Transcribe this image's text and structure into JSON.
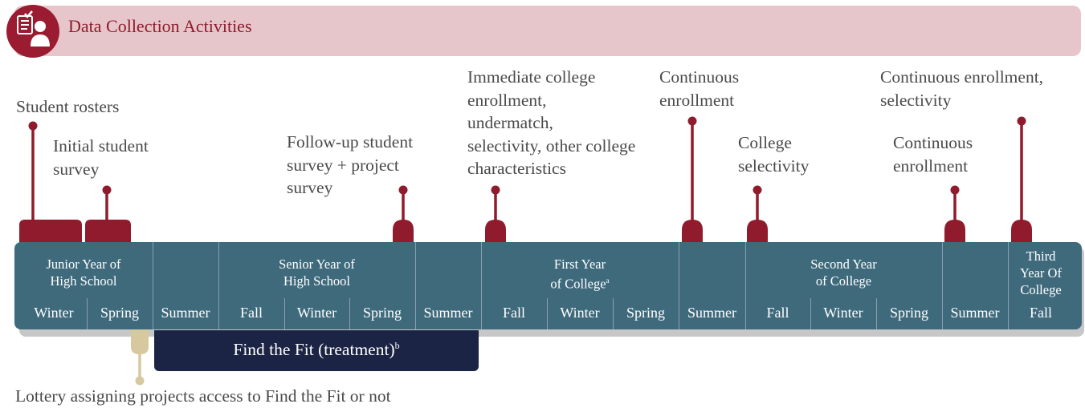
{
  "header": {
    "title": "Data Collection Activities",
    "icon": "survey-person-icon"
  },
  "annotations": {
    "student_rosters": "Student rosters",
    "initial_survey": [
      "Initial student",
      "survey"
    ],
    "follow_up": [
      "Follow-up student",
      "survey + project",
      "survey"
    ],
    "immediate_college": [
      "Immediate college",
      "enrollment,",
      "undermatch,",
      "selectivity, other college",
      "characteristics"
    ],
    "continuous_1": [
      "Continuous",
      "enrollment"
    ],
    "college_selectivity": [
      "College",
      "selectivity"
    ],
    "continuous_3": [
      "Continuous enrollment,",
      "selectivity"
    ],
    "continuous_2": [
      "Continuous",
      "enrollment"
    ]
  },
  "timeline": {
    "groups": {
      "junior": [
        "Junior Year of",
        "High School"
      ],
      "senior": [
        "Senior Year of",
        "High School"
      ],
      "first_year": [
        "First Year",
        "of College",
        "a"
      ],
      "second_year": [
        "Second Year",
        "of College"
      ],
      "third_year": [
        "Third",
        "Year Of",
        "College"
      ]
    },
    "seasons": [
      "Winter",
      "Spring",
      "Summer",
      "Fall",
      "Winter",
      "Spring",
      "Summer",
      "Fall",
      "Winter",
      "Spring",
      "Summer",
      "Fall",
      "Winter",
      "Spring",
      "Summer",
      "Fall"
    ]
  },
  "treatment": {
    "label": "Find the Fit (treatment)",
    "sup": "b"
  },
  "lottery": {
    "label": "Lottery assigning projects access to Find the Fit or not"
  },
  "colors": {
    "maroon": "#8f1b2c",
    "banner": "#e6c6cb",
    "timeline": "#3f6a7c",
    "navy": "#1b2444",
    "gold": "#d6c9a0"
  }
}
